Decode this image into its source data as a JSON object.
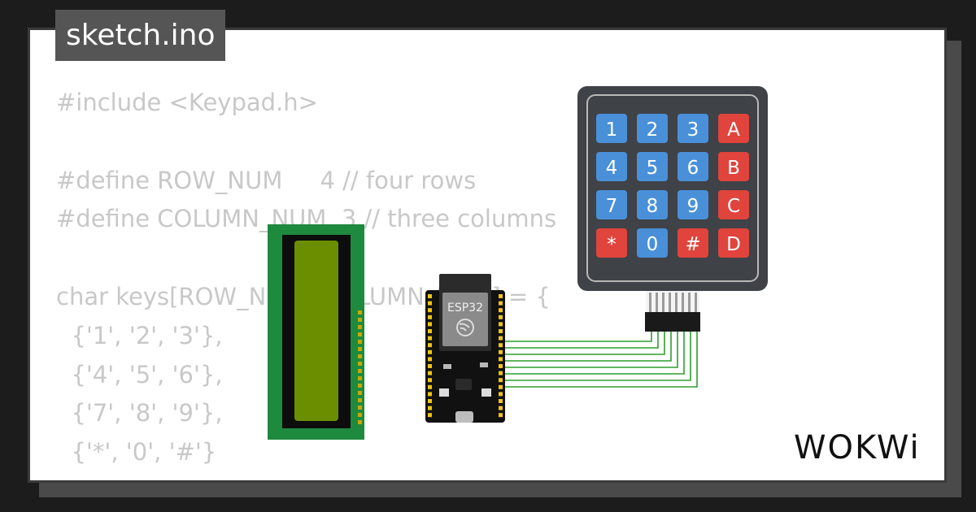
{
  "file": {
    "name": "sketch.ino"
  },
  "code": {
    "lines": [
      "#include <Keypad.h>",
      "",
      "#define ROW_NUM     4 // four rows",
      "#define COLUMN_NUM  3 // three columns",
      "",
      "char keys[ROW_NUM][COLUMN_NUM] = {",
      "  {'1', '2', '3'},",
      "  {'4', '5', '6'},",
      "  {'7', '8', '9'},",
      "  {'*', '0', '#'}",
      "};"
    ]
  },
  "esp32": {
    "label": "ESP32"
  },
  "keypad": {
    "keys": [
      "1",
      "2",
      "3",
      "A",
      "4",
      "5",
      "6",
      "B",
      "7",
      "8",
      "9",
      "C",
      "*",
      "0",
      "#",
      "D"
    ],
    "colors": {
      "number": "#4a90d9",
      "letter": "#e0443c",
      "body": "#3f4247"
    }
  },
  "brand": {
    "logo": "WOKWi"
  },
  "colors": {
    "lcd_board": "#1e8a3e",
    "lcd_screen": "#6b8e00",
    "wire": "#2f9e2f"
  }
}
